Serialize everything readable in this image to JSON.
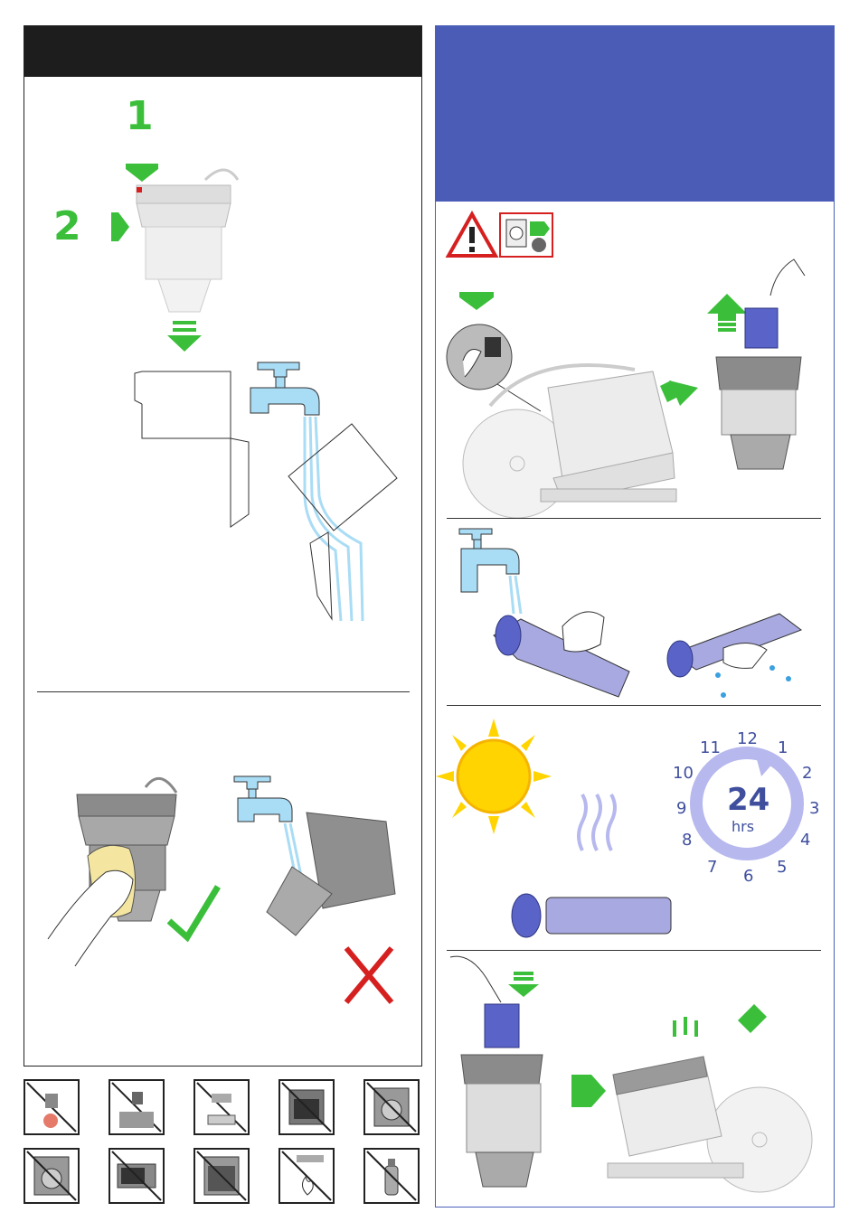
{
  "left_panel": {
    "step_labels": [
      "1",
      "2"
    ]
  },
  "clock": {
    "numbers": [
      "12",
      "1",
      "2",
      "3",
      "4",
      "5",
      "6",
      "7",
      "8",
      "9",
      "10",
      "11"
    ],
    "big_number": "24",
    "unit": "hrs"
  },
  "colors": {
    "accent_green": "#3bbf3b",
    "header_blue": "#4b5cb6",
    "header_black": "#1d1d1d",
    "filter_purple": "#5a63c8",
    "warning_red": "#d62020"
  },
  "warning_icons": [
    "warning-triangle-icon",
    "unplug-icon"
  ],
  "prohibited_icons": [
    "no-hot-water-icon",
    "no-tap-rinse-icon",
    "no-detergent-icon",
    "no-oven-icon",
    "no-washing-machine-front-icon",
    "no-washing-machine-icon",
    "no-microwave-icon",
    "no-dishwasher-icon",
    "no-open-flame-icon",
    "no-spray-icon"
  ]
}
